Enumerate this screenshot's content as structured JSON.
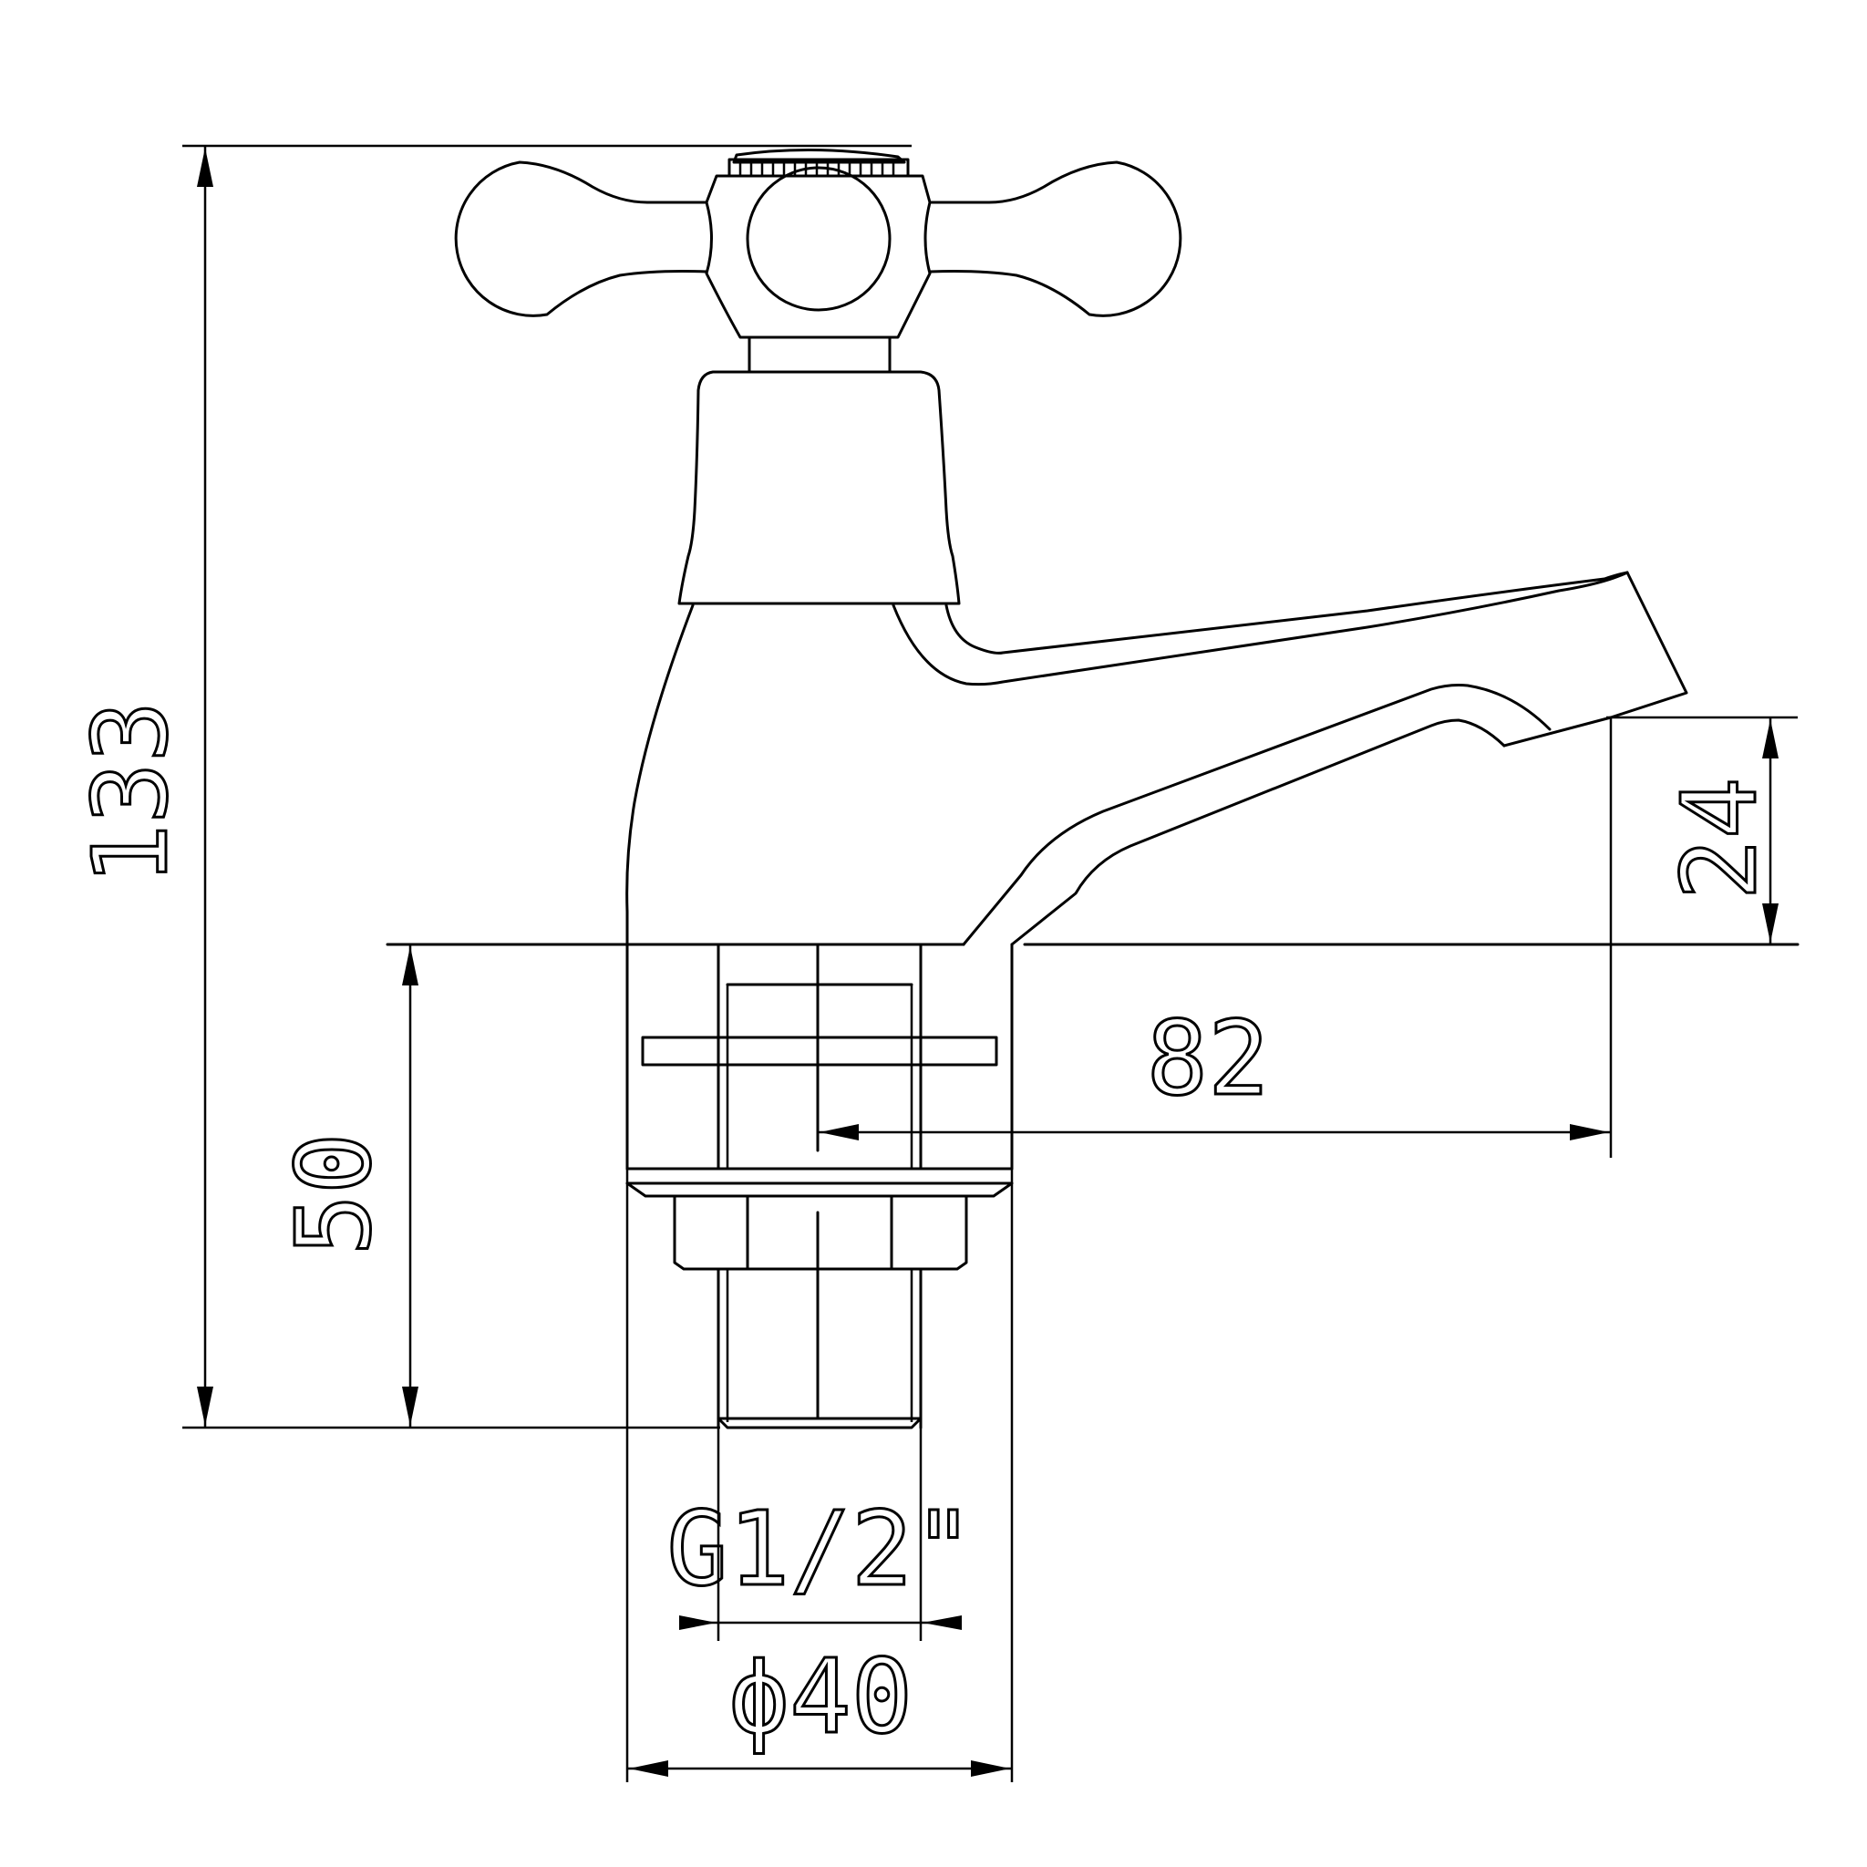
{
  "dimensions": {
    "total_height": "133",
    "spout_height": "24",
    "spout_reach": "82",
    "shank_length": "50",
    "thread": "G1/2\"",
    "base_diameter": "ϕ40"
  }
}
